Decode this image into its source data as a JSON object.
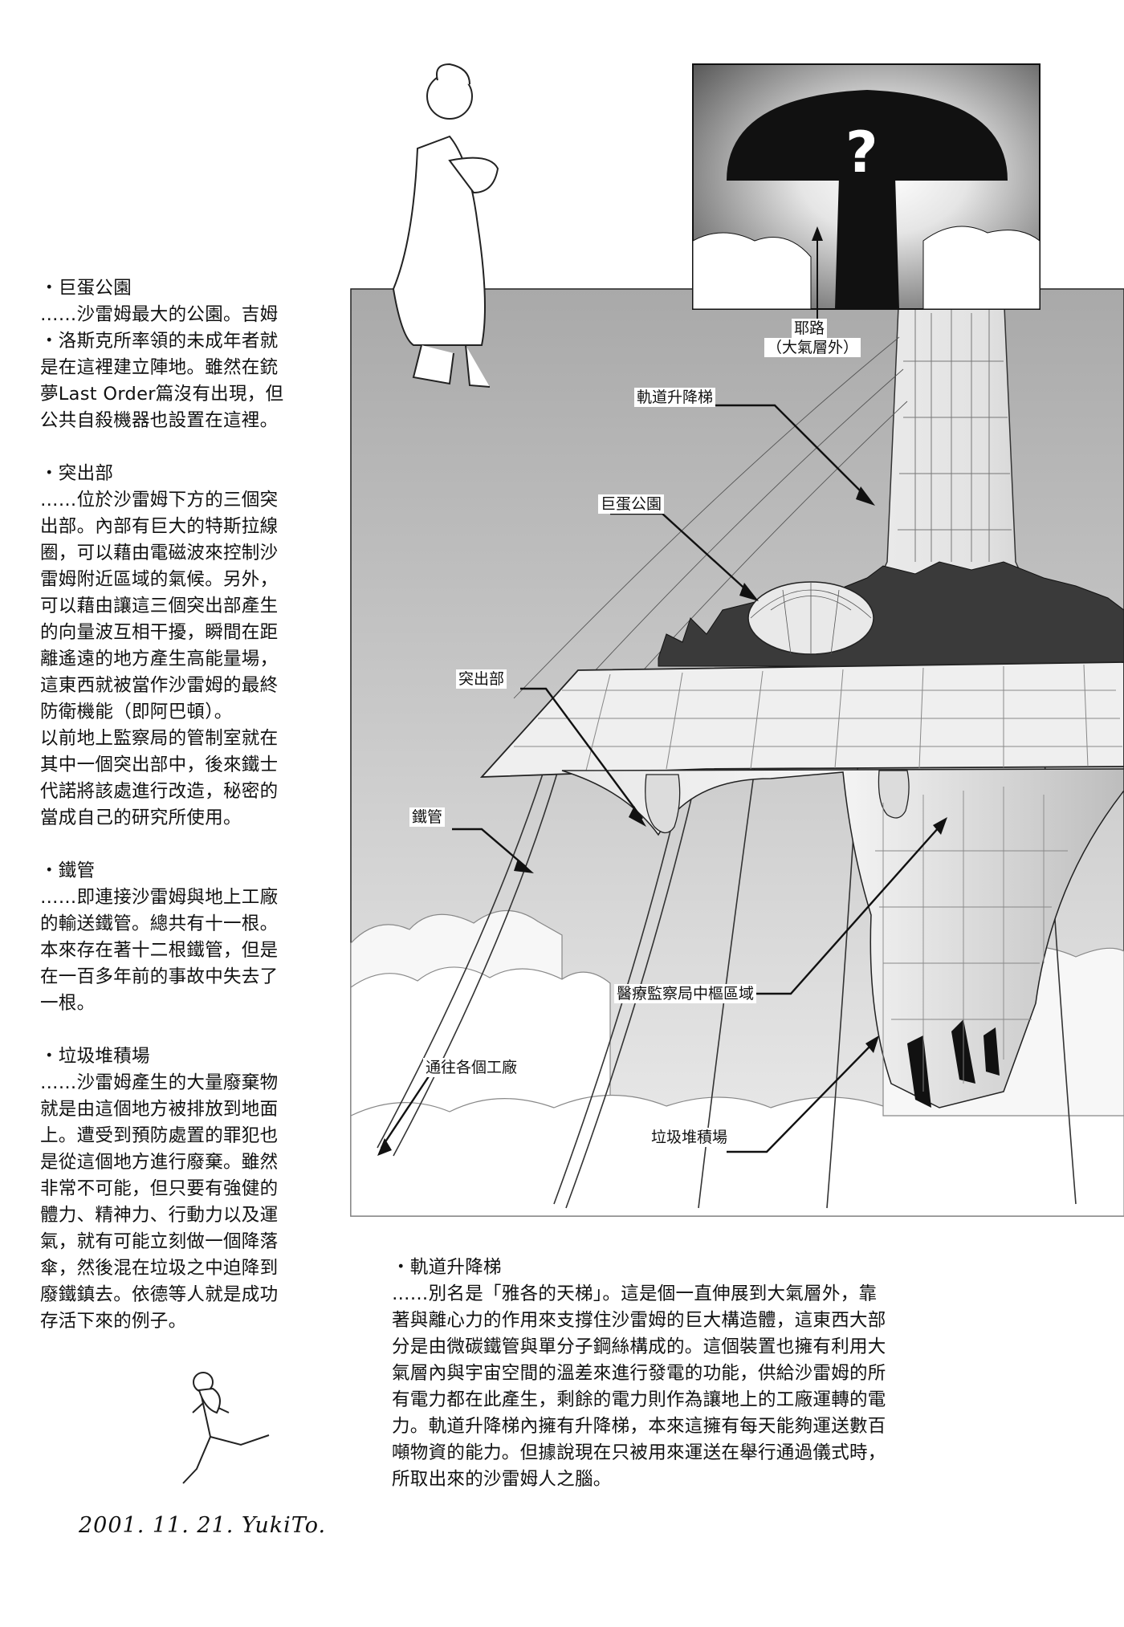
{
  "left_column": {
    "sections": [
      {
        "heading": "・巨蛋公園",
        "body": "……沙雷姆最大的公園。吉姆\n・洛斯克所率領的未成年者就\n是在這裡建立陣地。雖然在銃\n夢Last Order篇沒有出現，但\n公共自殺機器也設置在這裡。"
      },
      {
        "heading": "・突出部",
        "body": "……位於沙雷姆下方的三個突\n出部。內部有巨大的特斯拉線\n圈，可以藉由電磁波來控制沙\n雷姆附近區域的氣候。另外，\n可以藉由讓這三個突出部產生\n的向量波互相干擾，瞬間在距\n離遙遠的地方產生高能量場，\n這東西就被當作沙雷姆的最終\n防衛機能（即阿巴頓）。\n以前地上監察局的管制室就在\n其中一個突出部中，後來鐵士\n代諾將該處進行改造，秘密的\n當成自己的研究所使用。"
      },
      {
        "heading": "・鐵管",
        "body": "……即連接沙雷姆與地上工廠\n的輸送鐵管。總共有十一根。\n本來存在著十二根鐵管，但是\n在一百多年前的事故中失去了\n一根。"
      },
      {
        "heading": "・垃圾堆積場",
        "body": "……沙雷姆產生的大量廢棄物\n就是由這個地方被排放到地面\n上。遭受到預防處置的罪犯也\n是從這個地方進行廢棄。雖然\n非常不可能，但只要有強健的\n體力、精神力、行動力以及運\n氣，就有可能立刻做一個降落\n傘，然後混在垃圾之中迫降到\n廢鐵鎮去。依德等人就是成功\n存活下來的例子。"
      }
    ]
  },
  "bottom_section": {
    "heading": "・軌道升降梯",
    "body": "……別名是「雅各的天梯」。這是個一直伸展到大氣層外，靠\n著與離心力的作用來支撐住沙雷姆的巨大構造體，這東西大部\n分是由微碳鐵管與單分子鋼絲構成的。這個裝置也擁有利用大\n氣層內與宇宙空間的溫差來進行發電的功能，供給沙雷姆的所\n有電力都在此產生，剩餘的電力則作為讓地上的工廠運轉的電\n力。軌道升降梯內擁有升降梯，本來這擁有每天能夠運送數百\n噸物資的能力。但據說現在只被用來運送在舉行通過儀式時，\n所取出來的沙雷姆人之腦。"
  },
  "diagram_labels": {
    "jerusalem": "耶路",
    "jerusalem_sub": "（大氣層外）",
    "question_mark": "?",
    "elevator": "軌道升降梯",
    "dome_park": "巨蛋公園",
    "protrusion": "突出部",
    "pipe": "鐵管",
    "medical": "醫療監察局中樞區域",
    "factories": "通往各個工廠",
    "dump": "垃圾堆積場"
  },
  "signature": "2001. 11. 21. YukiTo."
}
